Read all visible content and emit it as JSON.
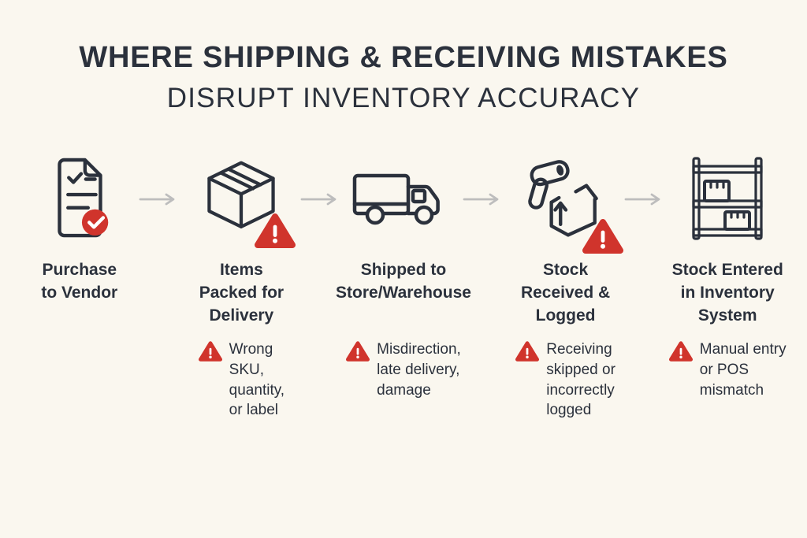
{
  "title": {
    "line1": "WHERE SHIPPING & RECEIVING MISTAKES",
    "line2": "DISRUPT INVENTORY ACCURACY"
  },
  "colors": {
    "background": "#faf7ef",
    "ink": "#2b313c",
    "red": "#d0342c",
    "arrow_gray": "#bdbdbd"
  },
  "icons": {
    "stage1": "purchase-order-document-with-check",
    "stage2": "packed-cardboard-box-with-warning",
    "stage3": "delivery-truck",
    "stage4": "barcode-scanner-over-box-with-warning",
    "stage5": "inventory-shelf-with-boxes",
    "connector": "gray-right-arrow",
    "note_marker": "red-warning-triangle"
  },
  "stages": [
    {
      "label": "Purchase\nto Vendor",
      "badge": "check-circle",
      "note": null
    },
    {
      "label": "Items\nPacked for\nDelivery",
      "badge": "warning-triangle",
      "note": "Wrong\nSKU,\nquantity,\nor label"
    },
    {
      "label": "Shipped to\nStore/Warehouse",
      "badge": null,
      "note": "Misdirection,\nlate delivery,\ndamage"
    },
    {
      "label": "Stock\nReceived &\nLogged",
      "badge": "warning-triangle",
      "note": "Receiving\nskipped or\nincorrectly\nlogged"
    },
    {
      "label": "Stock Entered\nin Inventory\nSystem",
      "badge": null,
      "note": "Manual entry\nor POS\nmismatch"
    }
  ]
}
